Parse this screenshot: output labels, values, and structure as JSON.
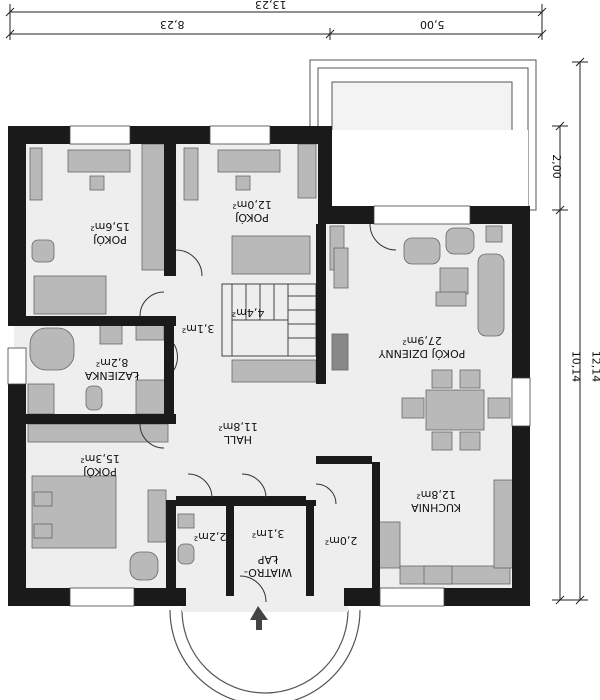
{
  "dimensions": {
    "total_width": "13,23",
    "left_width": "8,23",
    "right_width": "5,00",
    "terrace_depth": "2,00",
    "inner_depth": "10,14",
    "total_depth": "12,14"
  },
  "rooms": [
    {
      "id": "pokoj-1",
      "name": "POKÓJ",
      "area": "15,6m²"
    },
    {
      "id": "pokoj-2",
      "name": "POKÓJ",
      "area": "12,0m²"
    },
    {
      "id": "pokoj-dzienny",
      "name": "POKÓJ DZIENNY",
      "area": "27,9m²"
    },
    {
      "id": "lazienka",
      "name": "ŁAZIENKA",
      "area": "8,2m²"
    },
    {
      "id": "hall",
      "name": "HALL",
      "area": "11,8m²"
    },
    {
      "id": "pokoj-3",
      "name": "POKÓJ",
      "area": "15,3m²"
    },
    {
      "id": "kuchnia",
      "name": "KUCHNIA",
      "area": "12,8m²"
    },
    {
      "id": "wc",
      "name": "",
      "area": "2,2m²"
    },
    {
      "id": "wiatrolap",
      "name": "WIATRO-\nŁAP",
      "area": "3,1m²"
    },
    {
      "id": "spizarnia",
      "name": "",
      "area": "2,0m²"
    },
    {
      "id": "schody",
      "name": "",
      "area": "4,4m²"
    },
    {
      "id": "korytarz",
      "name": "",
      "area": "3,1m²"
    }
  ],
  "colors": {
    "wall": "#1a1a1a",
    "floor": "#eeeeee",
    "furniture": "#b9b9b9"
  }
}
